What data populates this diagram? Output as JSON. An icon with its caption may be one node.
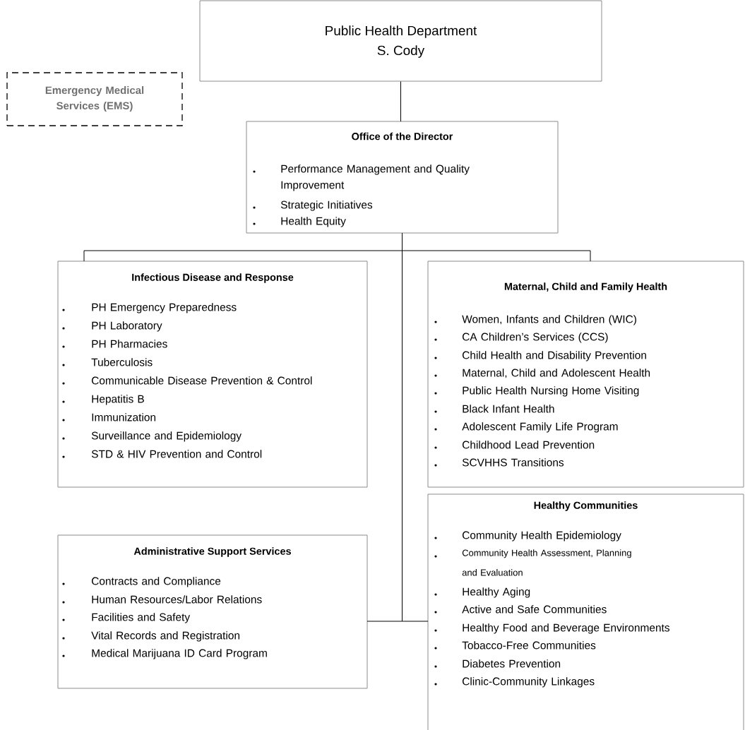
{
  "diagram": {
    "nodes": [
      {
        "text": [
          "Public Health Department",
          "S. Cody"
        ]
      },
      {
        "text": [
          "Emergency Medical Services (EMS)"
        ]
      },
      {
        "text": [
          "Office of the Director",
          "Performance Management and Quality Improvement",
          "Strategic Initiatives",
          "Health Equity"
        ]
      },
      {
        "text": [
          "Infectious Disease and Response",
          "PH Emergency Preparedness",
          "PH Laboratory",
          "PH Pharmacies",
          "Tuberculosis",
          "Communicable Disease Prevention & Control",
          "Hepatitis B",
          "Immunization",
          "Surveillance and Epidemiology",
          "STD & HIV Prevention and Control"
        ]
      },
      {
        "text": [
          "Maternal, Child and Family Health",
          "Women, Infants and Children (WIC)",
          "CA Children’s Services (CCS)",
          "Child Health and Disability Prevention",
          "Maternal, Child and Adolescent Health",
          "Public Health Nursing Home Visiting",
          "Black Infant Health",
          "Adolescent Family Life Program",
          "Childhood Lead Prevention",
          "SCVHHS Transitions"
        ]
      },
      {
        "text": [
          "Administrative Support Services",
          "Contracts and Compliance",
          "Human Resources/Labor Relations",
          "Facilities and Safety",
          "Vital Records and Registration",
          "Medical Marijuana ID Card Program"
        ]
      },
      {
        "text": [
          "Healthy Communities",
          "Community Health Epidemiology",
          "Community Health Assessment, Planning and Evaluation",
          "Healthy Aging",
          "Active and Safe Communities",
          "Healthy Food and Beverage Environments",
          "Tobacco-Free Communities",
          "Diabetes Prevention",
          "Clinic-Community Linkages"
        ]
      }
    ],
    "edges": [
      {
        "from": 0,
        "to": 2,
        "arrow": "none"
      },
      {
        "from": 2,
        "to": 3,
        "arrow": "none"
      },
      {
        "from": 2,
        "to": 4,
        "arrow": "none"
      },
      {
        "from": 2,
        "to": 5,
        "arrow": "none"
      },
      {
        "from": 2,
        "to": 6,
        "arrow": "none"
      }
    ]
  }
}
